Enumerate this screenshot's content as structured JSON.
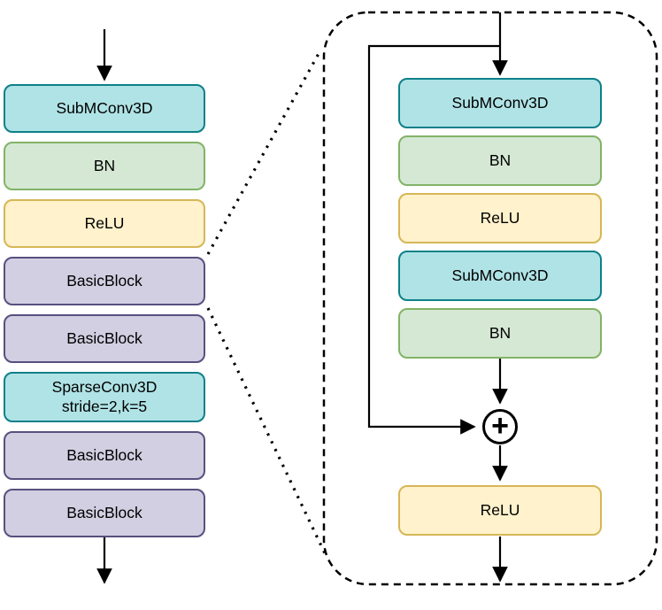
{
  "left_column": {
    "blocks": [
      {
        "label": "SubMConv3D",
        "type": "teal"
      },
      {
        "label": "BN",
        "type": "green"
      },
      {
        "label": "ReLU",
        "type": "yellow"
      },
      {
        "label": "BasicBlock",
        "type": "purple"
      },
      {
        "label": "BasicBlock",
        "type": "purple"
      },
      {
        "label": "SparseConv3D",
        "sublabel": "stride=2,k=5",
        "type": "teal"
      },
      {
        "label": "BasicBlock",
        "type": "purple"
      },
      {
        "label": "BasicBlock",
        "type": "purple"
      }
    ]
  },
  "detail_panel": {
    "blocks": [
      {
        "label": "SubMConv3D",
        "type": "teal"
      },
      {
        "label": "BN",
        "type": "green"
      },
      {
        "label": "ReLU",
        "type": "yellow"
      },
      {
        "label": "SubMConv3D",
        "type": "teal"
      },
      {
        "label": "BN",
        "type": "green"
      }
    ],
    "sum_symbol": "+",
    "output_block": {
      "label": "ReLU",
      "type": "yellow"
    }
  },
  "colors": {
    "teal_fill": "#b0e3e6",
    "teal_stroke": "#0e8088",
    "green_fill": "#d5e8d4",
    "green_stroke": "#82b366",
    "yellow_fill": "#fff2cc",
    "yellow_stroke": "#d6b656",
    "purple_fill": "#d2cfe2",
    "purple_stroke": "#56517e",
    "line": "#000000"
  }
}
